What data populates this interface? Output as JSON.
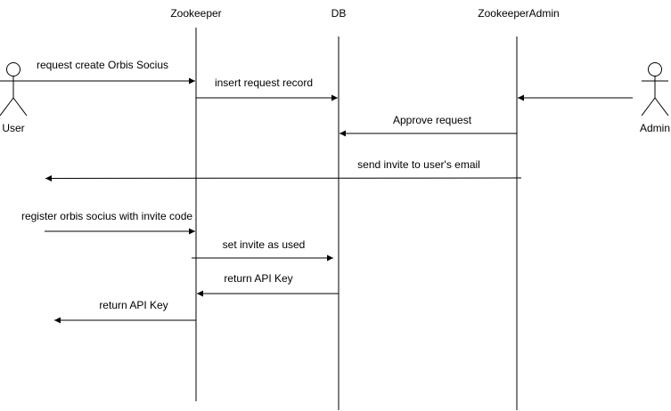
{
  "participants": [
    {
      "id": "user",
      "label": "User",
      "kind": "actor"
    },
    {
      "id": "zookeeper",
      "label": "Zookeeper",
      "kind": "lifeline"
    },
    {
      "id": "db",
      "label": "DB",
      "kind": "lifeline"
    },
    {
      "id": "zookeeperadmin",
      "label": "ZookeeperAdmin",
      "kind": "lifeline"
    },
    {
      "id": "admin",
      "label": "Admin",
      "kind": "actor"
    }
  ],
  "messages": [
    {
      "order": 1,
      "from": "user",
      "to": "zookeeper",
      "label": "request create Orbis Socius"
    },
    {
      "order": 2,
      "from": "zookeeper",
      "to": "db",
      "label": "insert request record"
    },
    {
      "order": 3,
      "from": "admin",
      "to": "zookeeperadmin",
      "label": ""
    },
    {
      "order": 4,
      "from": "zookeeperadmin",
      "to": "db",
      "label": "Approve request"
    },
    {
      "order": 5,
      "from": "zookeeperadmin",
      "to": "user",
      "label": "send invite to user's email"
    },
    {
      "order": 6,
      "from": "user",
      "to": "zookeeper",
      "label": "register orbis socius with invite code"
    },
    {
      "order": 7,
      "from": "zookeeper",
      "to": "db",
      "label": "set invite as used"
    },
    {
      "order": 8,
      "from": "db",
      "to": "zookeeper",
      "label": "return API Key"
    },
    {
      "order": 9,
      "from": "zookeeper",
      "to": "user",
      "label": "return API Key"
    }
  ],
  "colors": {
    "line": "#000000",
    "text": "#000000",
    "background": "#ffffff"
  }
}
